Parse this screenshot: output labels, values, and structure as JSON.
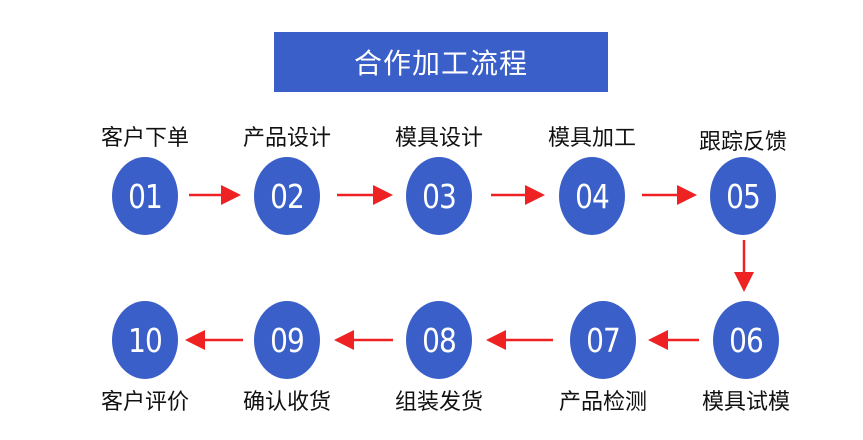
{
  "title": "合作加工流程",
  "colors": {
    "accent": "#3b5fc9",
    "arrow": "#ee2222",
    "text": "#111111"
  },
  "steps": [
    {
      "number": "01",
      "label": "客户下单"
    },
    {
      "number": "02",
      "label": "产品设计"
    },
    {
      "number": "03",
      "label": "模具设计"
    },
    {
      "number": "04",
      "label": "模具加工"
    },
    {
      "number": "05",
      "label": "跟踪反馈"
    },
    {
      "number": "06",
      "label": "模具试模"
    },
    {
      "number": "07",
      "label": "产品检测"
    },
    {
      "number": "08",
      "label": "组装发货"
    },
    {
      "number": "09",
      "label": "确认收货"
    },
    {
      "number": "10",
      "label": "客户评价"
    }
  ]
}
